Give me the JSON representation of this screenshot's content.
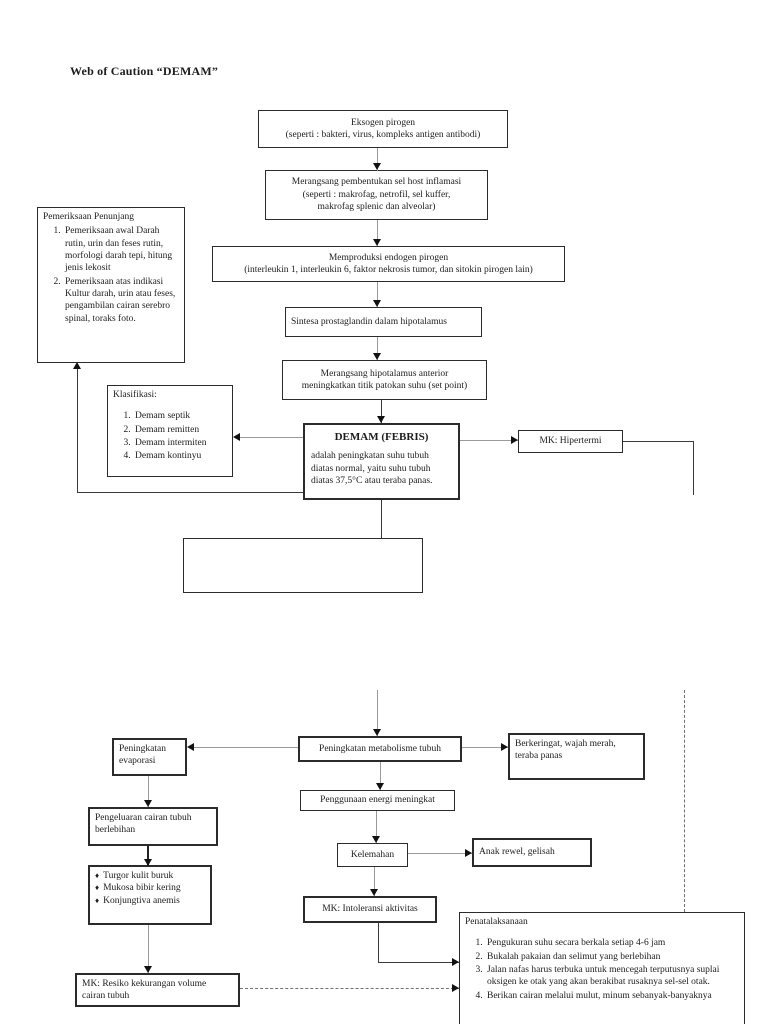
{
  "title": "Web of Caution “DEMAM”",
  "icons": {
    "bullet": "♦"
  },
  "colors": {
    "ink": "#1c1c1c",
    "paper": "#ffffff",
    "line_gray": "#9a9a9a"
  },
  "nodes": {
    "eksogen": {
      "line1": "Eksogen pirogen",
      "line2": "(seperti : bakteri, virus, kompleks antigen antibodi)"
    },
    "host_inflamasi": {
      "line1": "Merangsang pembentukan sel host inflamasi",
      "line2": "(seperti : makrofag, netrofil, sel kuffer,",
      "line3": "makrofag splenic dan alveolar)"
    },
    "endogen": {
      "line1": "Memproduksi endogen pirogen",
      "line2": "(interleukin 1, interleukin 6, faktor nekrosis tumor, dan sitokin pirogen lain)"
    },
    "pemeriksaan": {
      "heading": "Pemeriksaan Penunjang",
      "items": [
        "Pemeriksaan awal Darah rutin, urin dan feses rutin, morfologi darah tepi, hitung jenis lekosit",
        "Pemeriksaan atas indikasi Kultur darah, urin atau feses, pengambilan cairan serebro spinal, toraks foto."
      ]
    },
    "sintesa": {
      "line1": "Sintesa prostaglandin dalam hipotalamus"
    },
    "set_point": {
      "line1": "Merangsang hipotalamus anterior",
      "line2": "meningkatkan titik patokan suhu (set point)"
    },
    "klasifikasi": {
      "heading": "Klasifikasi:",
      "items": [
        "Demam septik",
        "Demam remitten",
        "Demam intermiten",
        "Demam kontinyu"
      ]
    },
    "demam": {
      "heading": "DEMAM (FEBRIS)",
      "body": "adalah peningkatan suhu tubuh diatas normal, yaitu suhu tubuh diatas 37,5°C atau teraba panas."
    },
    "mk_hipertermi": {
      "label": "MK: Hipertermi"
    },
    "metabolisme": {
      "label": "Peningkatan metabolisme tubuh"
    },
    "evaporasi": {
      "line1": "Peningkatan",
      "line2": "evaporasi"
    },
    "berkeringat": {
      "line1": "Berkeringat, wajah merah,",
      "line2": "teraba panas"
    },
    "energi": {
      "label": "Penggunaan energi meningkat"
    },
    "pengeluaran": {
      "line1": "Pengeluaran cairan tubuh",
      "line2": "berlebihan"
    },
    "kelemahan": {
      "label": "Kelemahan"
    },
    "anak_rewel": {
      "label": "Anak rewel, gelisah"
    },
    "tanda_dehidrasi": {
      "items": [
        "Turgor kulit buruk",
        "Mukosa bibir kering",
        "Konjungtiva anemis"
      ]
    },
    "mk_intoleransi": {
      "label": "MK: Intoleransi aktivitas"
    },
    "mk_resiko": {
      "line1": "MK: Resiko kekurangan volume",
      "line2": "cairan tubuh"
    },
    "penatalaksanaan": {
      "heading": "Penatalaksanaan",
      "items": [
        "Pengukuran suhu secara berkala setiap 4-6 jam",
        "Bukalah pakaian dan selimut yang berlebihan",
        "Jalan nafas harus terbuka untuk mencegah terputusnya suplai oksigen ke otak yang akan berakibat rusaknya sel-sel otak.",
        "Berikan cairan melalui mulut, minum sebanyak-banyaknya"
      ]
    }
  }
}
